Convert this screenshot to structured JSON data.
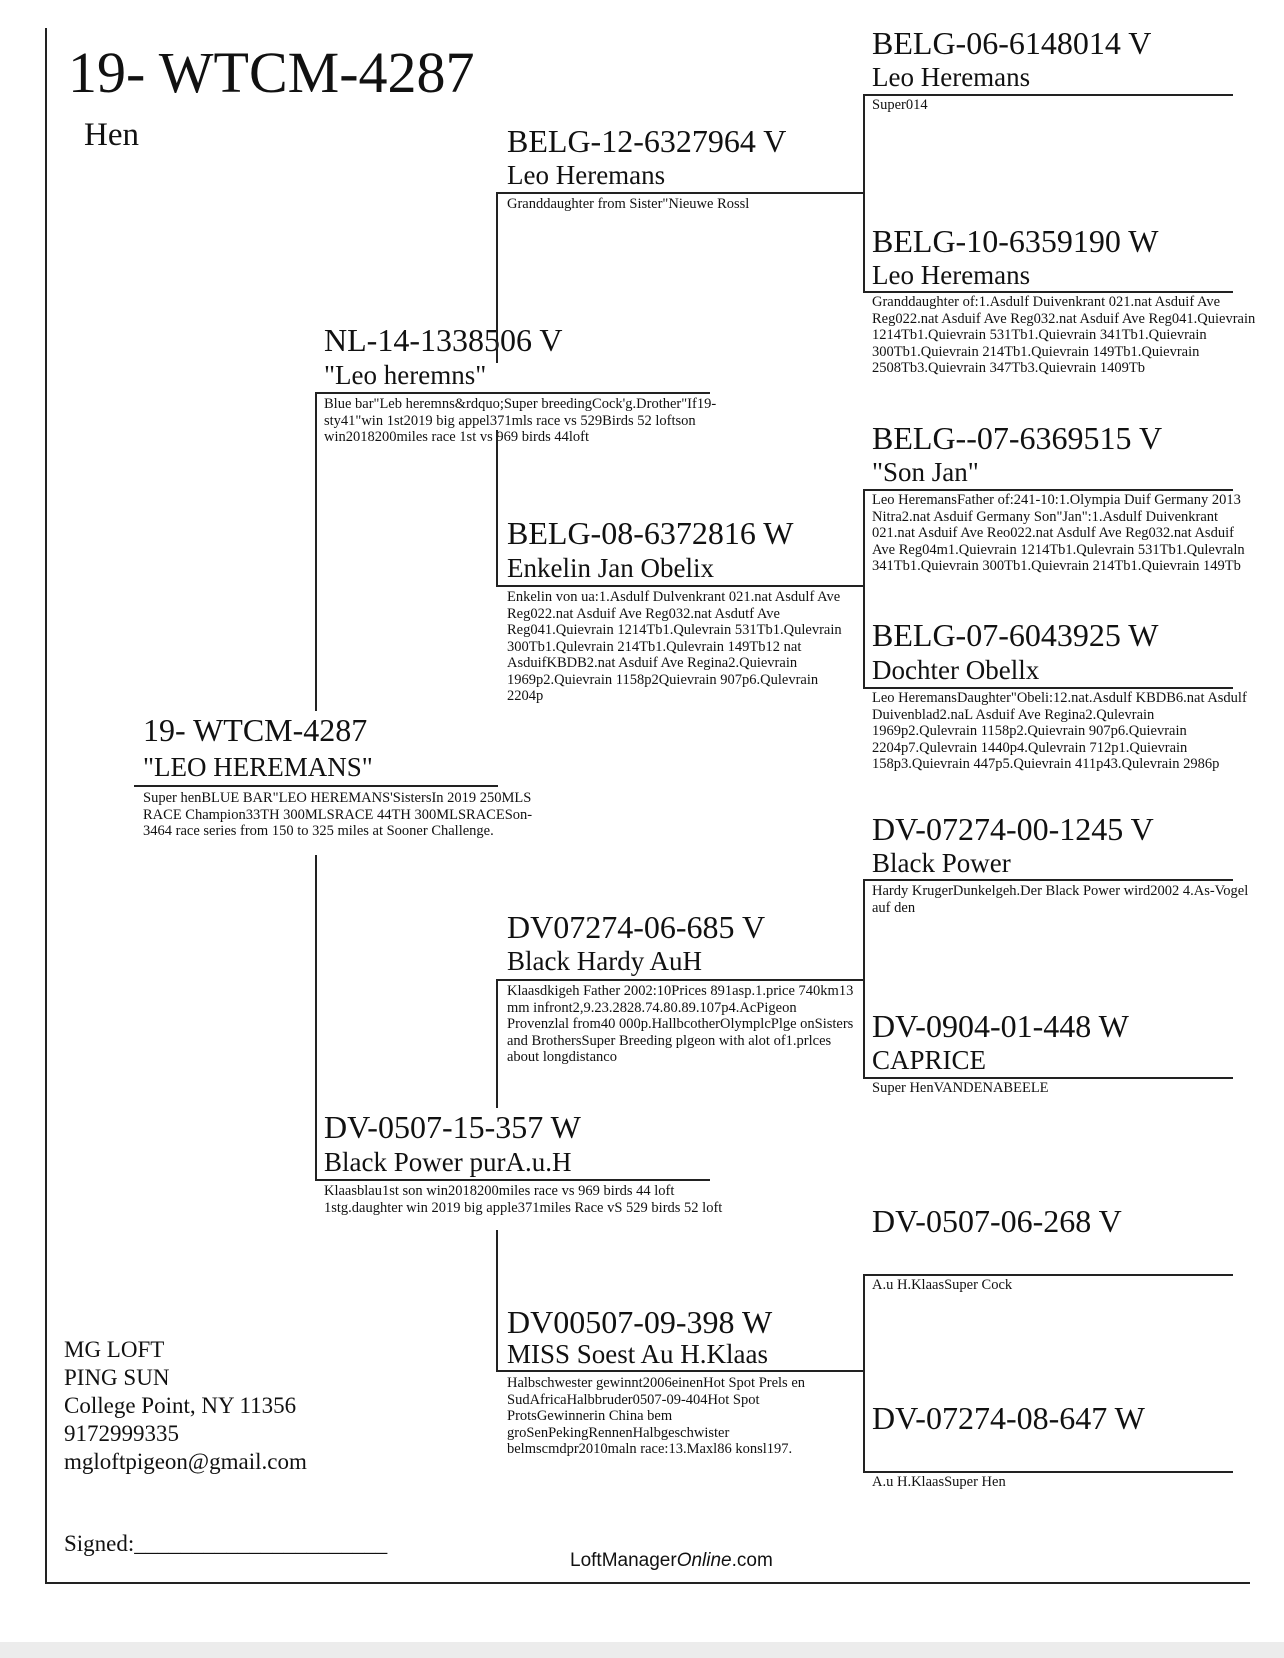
{
  "header": {
    "ring": "19- WTCM-4287",
    "sex": "Hen"
  },
  "subject": {
    "ring": "19- WTCM-4287",
    "name": "\"LEO HEREMANS\"",
    "notes": "Super henBLUE BAR\"LEO HEREMANS'SistersIn 2019 250MLS RACE Champion33TH 300MLSRACE 44TH 300MLSRACESon-3464 race series from 150 to 325 miles at Sooner Challenge."
  },
  "sire": {
    "ring": "NL-14-1338506 V",
    "name": "\"Leo heremns\"",
    "notes": "Blue bar\"Leb heremns&rdquo;Super breedingCock'g.Drother\"If19-sty41\"win 1st2019 big appel371mls race vs 529Birds 52 loftson win2018200miles race 1st vs 969 birds 44loft"
  },
  "dam": {
    "ring": "DV-0507-15-357 W",
    "name": "Black Power purA.u.H",
    "notes": "Klaasblau1st son win2018200miles race vs 969 birds 44 loft 1stg.daughter win 2019 big apple371miles Race vS 529 birds 52 loft"
  },
  "sire_sire": {
    "ring": "BELG-12-6327964 V",
    "name": "Leo Heremans",
    "notes": "Granddaughter from Sister\"Nieuwe Rossl"
  },
  "sire_dam": {
    "ring": "BELG-08-6372816 W",
    "name": "Enkelin Jan Obelix",
    "notes": "Enkelin von ua:1.Asdulf Dulvenkrant 021.nat Asdulf Ave Reg022.nat Asduif Ave Reg032.nat Asdutf Ave Reg041.Quievrain 1214Tb1.Qulevrain 531Tb1.Qulevrain 300Tb1.Qulevrain 214Tb1.Qulevrain 149Tb12 nat AsduifKBDB2.nat Asduif Ave Regina2.Quievrain 1969p2.Quievrain 1158p2Quievrain 907p6.Qulevrain 2204p"
  },
  "dam_sire": {
    "ring": "DV07274-06-685 V",
    "name": "Black Hardy AuH",
    "notes": "Klaasdkigeh Father 2002:10Prices 891asp.1.price 740km13 mm infront2,9.23.2828.74.80.89.107p4.AcPigeon Provenzlal from40 000p.HallbcotherOlymplcPlge onSisters and BrothersSuper Breeding plgeon with alot of1.prlces about longdistanco"
  },
  "dam_dam": {
    "ring": "DV00507-09-398 W",
    "name": "MISS Soest Au H.Klaas",
    "notes": "Halbschwester gewinnt2006einenHot Spot Prels en SudAfricaHalbbruder0507-09-404Hot Spot ProtsGewinnerin China bem groSenPekingRennenHalbgeschwister belmscmdpr2010maln race:13.Maxl86 konsl197."
  },
  "ggp": [
    {
      "ring": "BELG-06-6148014 V",
      "name": "Leo Heremans",
      "notes": "Super014"
    },
    {
      "ring": "BELG-10-6359190 W",
      "name": "Leo Heremans",
      "notes": "Granddaughter of:1.Asdulf Duivenkrant 021.nat Asduif Ave Reg022.nat Asduif Ave Reg032.nat Asduif Ave Reg041.Quievrain 1214Tb1.Quievrain 531Tb1.Quievrain 341Tb1.Quievrain 300Tb1.Quievrain 214Tb1.Quievrain 149Tb1.Quievrain 2508Tb3.Quievrain 347Tb3.Quievrain 1409Tb"
    },
    {
      "ring": "BELG--07-6369515 V",
      "name": "\"Son Jan\"",
      "notes": "Leo HeremansFather of:241-10:1.Olympia Duif Germany 2013 Nitra2.nat Asduif Germany Son\"Jan\":1.Asdulf Duivenkrant 021.nat Asduif Ave Reo022.nat Asdulf Ave Reg032.nat Asduif Ave Reg04m1.Quievrain 1214Tb1.Qulevrain 531Tb1.Qulevraln 341Tb1.Quievrain 300Tb1.Quievrain 214Tb1.Quievrain 149Tb"
    },
    {
      "ring": "BELG-07-6043925 W",
      "name": "Dochter Obellx",
      "notes": "Leo HeremansDaughter\"Obeli:12.nat.Asdulf KBDB6.nat Asdulf Duivenblad2.naL Asduif Ave Regina2.Qulevrain 1969p2.Qulevrain 1158p2.Quievrain 907p6.Quievrain 2204p7.Qulevrain 1440p4.Qulevrain 712p1.Quievrain 158p3.Quievrain 447p5.Quievrain 411p43.Qulevrain 2986p"
    },
    {
      "ring": "DV-07274-00-1245 V",
      "name": "Black Power",
      "notes": "Hardy KrugerDunkelgeh.Der Black Power wird2002 4.As-Vogel auf den"
    },
    {
      "ring": "DV-0904-01-448 W",
      "name": "CAPRICE",
      "notes": "Super HenVANDENABEELE"
    },
    {
      "ring": "DV-0507-06-268 V",
      "name": "",
      "notes": "A.u H.KlaasSuper Cock"
    },
    {
      "ring": "DV-07274-08-647 W",
      "name": "",
      "notes": "A.u H.KlaasSuper Hen"
    }
  ],
  "owner": {
    "loft": "MG LOFT",
    "name": "PING SUN",
    "address": "College Point, NY 11356",
    "phone": "9172999335",
    "email": "mgloftpigeon@gmail.com"
  },
  "signature": {
    "label": "Signed:",
    "line": "______________________"
  },
  "footer": {
    "brand_main": "LoftManager",
    "brand_italic": "Online",
    "brand_suffix": ".com"
  }
}
